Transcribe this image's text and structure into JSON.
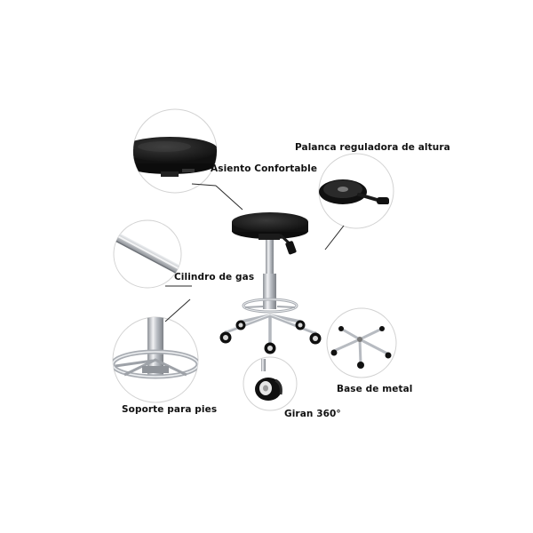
{
  "labels": {
    "seat": "Asiento Confortable",
    "lever": "Palanca reguladora de altura",
    "cylinder": "Cilindro de gas",
    "footrest": "Soporte para pies",
    "base": "Base de metal",
    "wheels": "Giran 360°"
  },
  "colors": {
    "seat_black": "#141414",
    "chrome": "#c9ccd1",
    "chrome_dark": "#8c9096",
    "circle_stroke": "#cfcfcf",
    "leader_line": "#2a2a2a"
  }
}
